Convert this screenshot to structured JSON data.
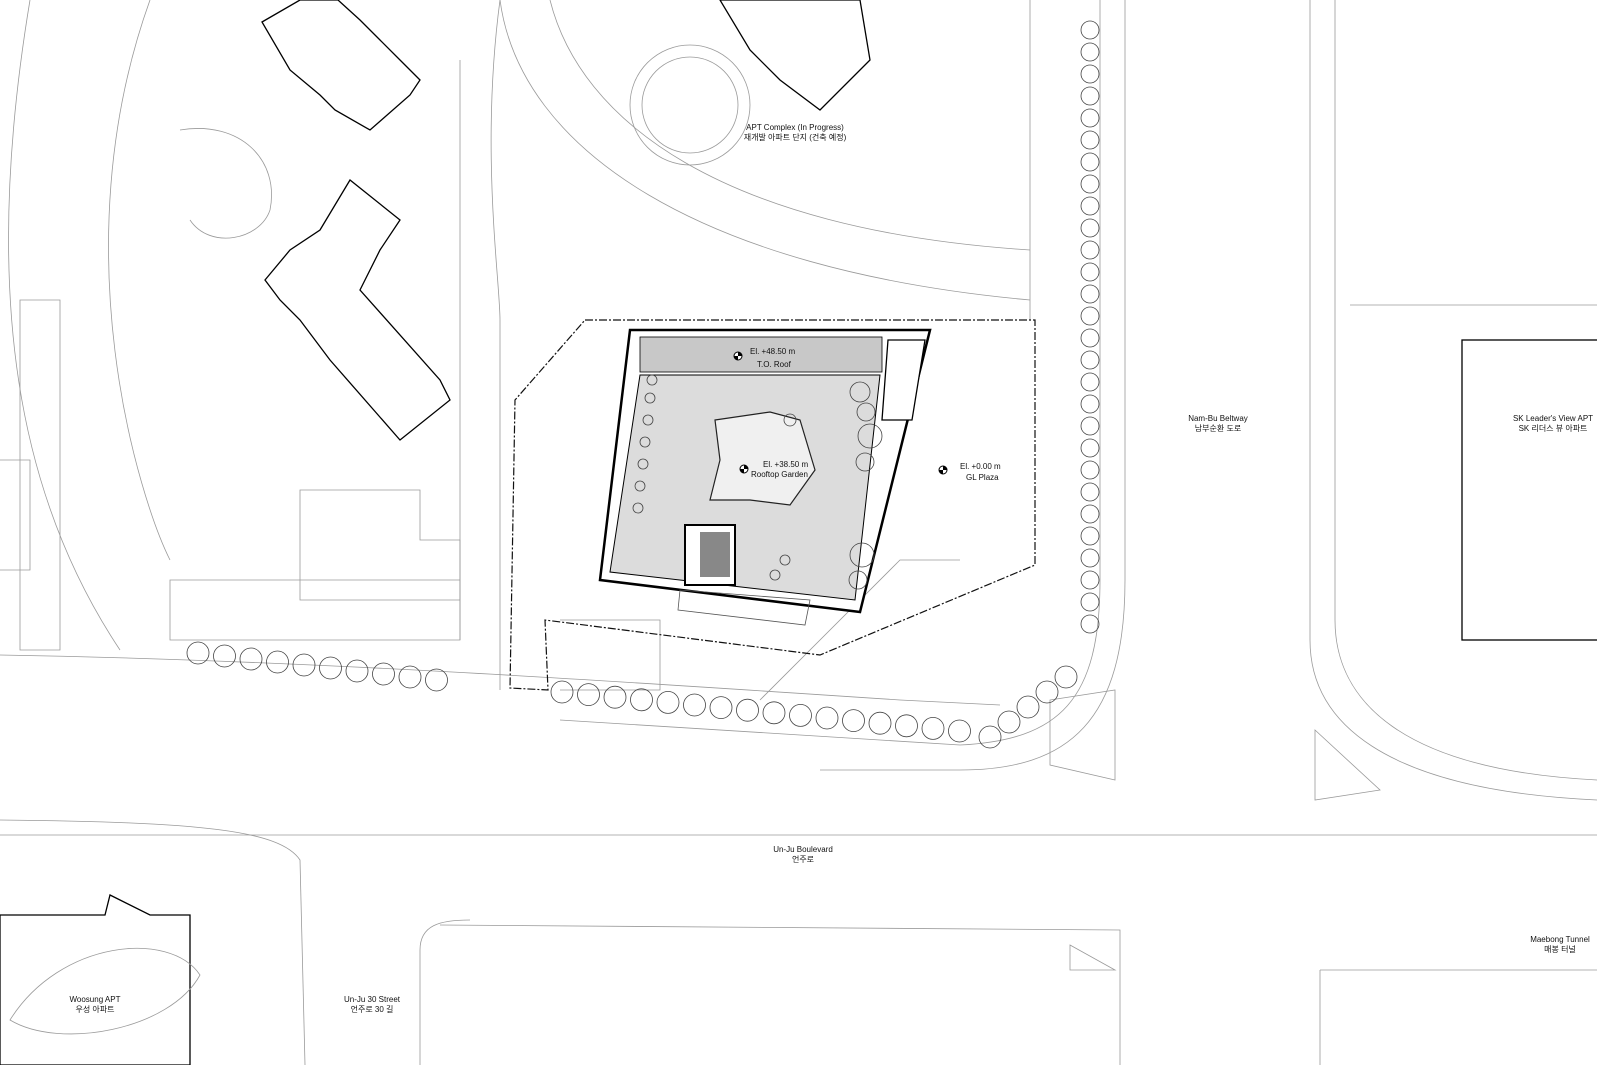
{
  "labels": {
    "apt_complex": {
      "en": "APT Complex (In Progress)",
      "ko": "재개발 아파트 단지 (건축 예정)"
    },
    "roof": {
      "elevation": "El. +48.50 m",
      "name": "T.O. Roof"
    },
    "garden": {
      "elevation": "El. +38.50 m",
      "name": "Rooftop Garden"
    },
    "plaza": {
      "elevation": "El. +0.00 m",
      "name": "GL Plaza"
    },
    "nambu": {
      "en": "Nam-Bu Beltway",
      "ko": "남부순환 도로"
    },
    "sk": {
      "en": "SK Leader's View APT",
      "ko": "SK 리더스 뷰 아파트"
    },
    "unju_blvd": {
      "en": "Un-Ju Boulevard",
      "ko": "언주로"
    },
    "maebong": {
      "en": "Maebong Tunnel",
      "ko": "매봉 터널"
    },
    "woosung": {
      "en": "Woosung APT",
      "ko": "우성 아파트"
    },
    "unju30": {
      "en": "Un-Ju 30 Street",
      "ko": "언주로 30 길"
    }
  },
  "colors": {
    "line": "#9a9a9a",
    "building": "#000000",
    "roof_fill": "#c8c8c8",
    "garden_fill": "#dcdcdc"
  }
}
